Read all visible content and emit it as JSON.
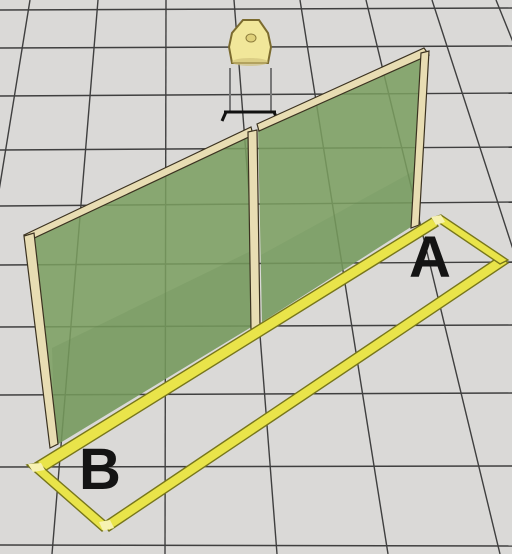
{
  "diagram": {
    "labels": {
      "a": "A",
      "b": "B"
    },
    "colors": {
      "floor": "#dad9d7",
      "floor_grid": "#3f3f3f",
      "wall_fill": "#7a9e5f",
      "wall_frame": "#e8ddb3",
      "box_yellow": "#e9e44a",
      "target_yellow": "#f1e79a",
      "label": "#141414"
    },
    "elements": [
      "floor-grid",
      "target-stand",
      "green-wall-panels",
      "yellow-fault-line-box"
    ]
  }
}
